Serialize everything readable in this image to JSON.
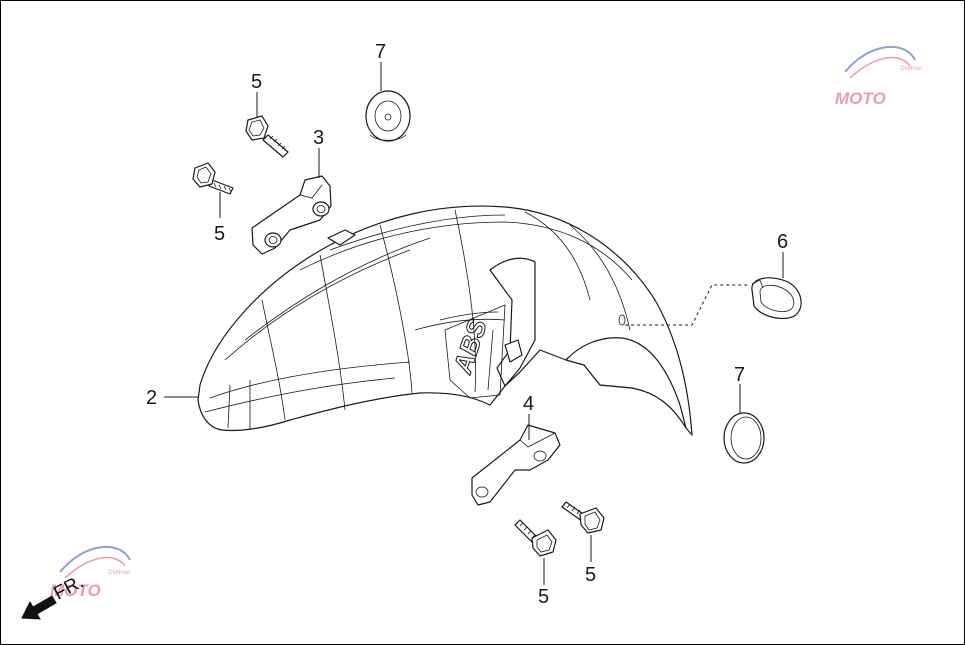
{
  "diagram": {
    "callouts": {
      "c2": "2",
      "c3": "3",
      "c4": "4",
      "c5a": "5",
      "c5b": "5",
      "c5c": "5",
      "c5d": "5",
      "c6": "6",
      "c7a": "7",
      "c7b": "7"
    },
    "direction_label": "FR.",
    "fender_logo": "ABS",
    "watermark": {
      "brand": "MOTO",
      "sub": "Oshinso",
      "colors": {
        "pink": "#e48aa6",
        "blue": "#7d8fd0",
        "gray": "#bdbdbd"
      }
    }
  }
}
